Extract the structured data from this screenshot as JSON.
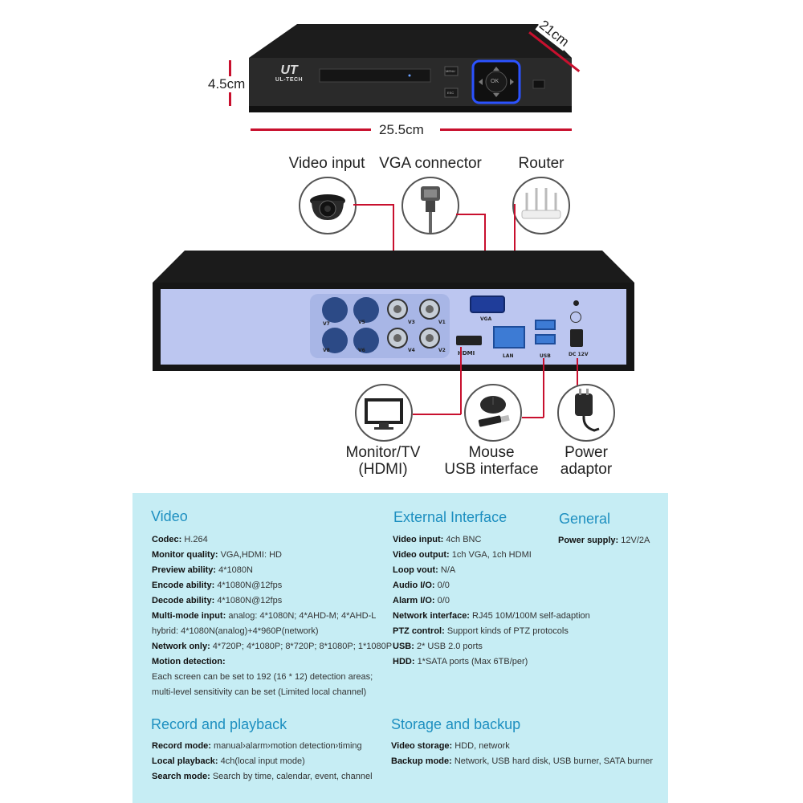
{
  "dimensions": {
    "depth": "21cm",
    "height": "4.5cm",
    "width": "25.5cm"
  },
  "device_front": {
    "brand": "UL-TECH",
    "logo_mark": "UT",
    "menu_label": "MENU",
    "esc_label": "ESC",
    "ok_label": "OK"
  },
  "top_components": {
    "video_input": "Video input",
    "vga_connector": "VGA connector",
    "router": "Router"
  },
  "rear_ports": {
    "channels": [
      "V7",
      "V5",
      "V3",
      "V1",
      "V8",
      "V6",
      "V4",
      "V2"
    ],
    "vga": "VGA",
    "hdmi": "HDMI",
    "lan": "LAN",
    "usb": "USB",
    "dc": "DC 12V"
  },
  "bottom_components": {
    "monitor": "Monitor/TV\n(HDMI)",
    "mouse": "Mouse\nUSB interface",
    "power": "Power\nadaptor"
  },
  "specs": {
    "video": {
      "heading": "Video",
      "rows": [
        {
          "k": "Codec:",
          "v": "H.264"
        },
        {
          "k": "Monitor quality:",
          "v": "VGA,HDMI: HD"
        },
        {
          "k": "Preview ability:",
          "v": "4*1080N"
        },
        {
          "k": "Encode ability:",
          "v": "4*1080N@12fps"
        },
        {
          "k": "Decode ability:",
          "v": "4*1080N@12fps"
        },
        {
          "k": "Multi-mode input:",
          "v": "analog: 4*1080N; 4*AHD-M; 4*AHD-L"
        },
        {
          "k": "",
          "v": "hybrid: 4*1080N(analog)+4*960P(network)"
        },
        {
          "k": "Network only:",
          "v": "4*720P; 4*1080P; 8*720P; 8*1080P; 1*1080P"
        },
        {
          "k": "Motion detection:",
          "v": ""
        },
        {
          "k": "",
          "v": "Each screen can be set to 192 (16 * 12) detection areas;"
        },
        {
          "k": "",
          "v": "multi-level sensitivity can be set (Limited local channel)"
        }
      ]
    },
    "external": {
      "heading": "External Interface",
      "rows": [
        {
          "k": "Video input:",
          "v": "4ch BNC"
        },
        {
          "k": "Video output:",
          "v": "1ch VGA, 1ch HDMI"
        },
        {
          "k": "Loop vout:",
          "v": "N/A"
        },
        {
          "k": "Audio I/O:",
          "v": "0/0"
        },
        {
          "k": "Alarm I/O:",
          "v": "0/0"
        },
        {
          "k": "Network interface:",
          "v": "RJ45 10M/100M self-adaption"
        },
        {
          "k": "PTZ control:",
          "v": "Support kinds of PTZ protocols"
        },
        {
          "k": "USB:",
          "v": "2* USB 2.0 ports"
        },
        {
          "k": "HDD:",
          "v": "1*SATA ports (Max 6TB/per)"
        }
      ]
    },
    "general": {
      "heading": "General",
      "rows": [
        {
          "k": "Power supply:",
          "v": "12V/2A"
        }
      ]
    },
    "record": {
      "heading": "Record and playback",
      "rows": [
        {
          "k": "Record mode:",
          "v": "manual›alarm›motion detection›timing"
        },
        {
          "k": "Local playback:",
          "v": "4ch(local input mode)"
        },
        {
          "k": "Search mode:",
          "v": "Search by time, calendar, event, channel"
        }
      ]
    },
    "storage": {
      "heading": "Storage and backup",
      "rows": [
        {
          "k": "Video storage:",
          "v": "HDD, network"
        },
        {
          "k": "Backup mode:",
          "v": "Network, USB hard disk, USB burner, SATA burner"
        }
      ]
    }
  },
  "colors": {
    "accent_red": "#c8102e",
    "heading_blue": "#1d8fc0",
    "panel_bg": "#c6edf4",
    "rear_panel": "#bcc6f0",
    "port_blue": "#2c4a86"
  }
}
